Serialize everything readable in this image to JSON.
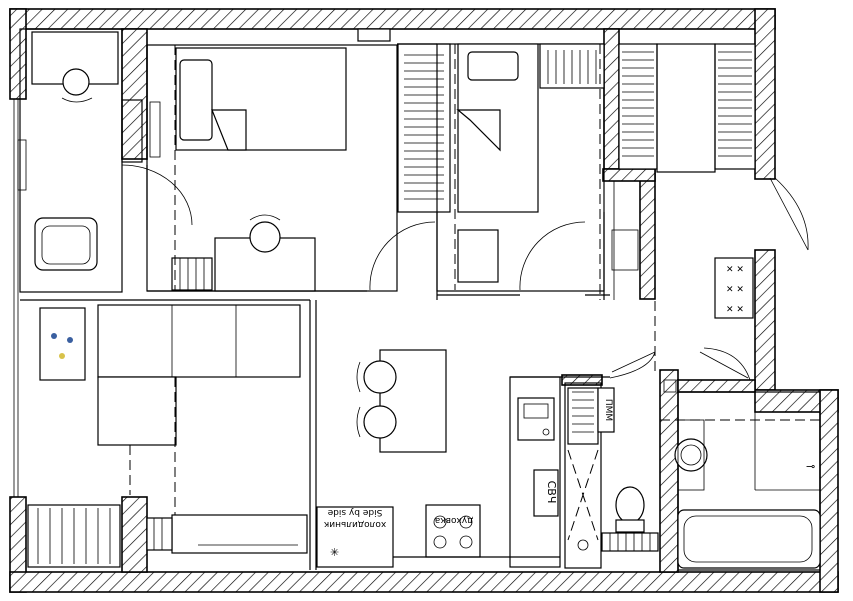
{
  "labels": {
    "fridge_line1": "холодильник",
    "fridge_line2": "Side by side",
    "stove": "духовка",
    "washer": "СВЧ",
    "dishwasher": "ПММ"
  },
  "colors": {
    "line": "#000000",
    "fish_blue": "#3a5fa0",
    "fish_yellow": "#d8c24a"
  }
}
